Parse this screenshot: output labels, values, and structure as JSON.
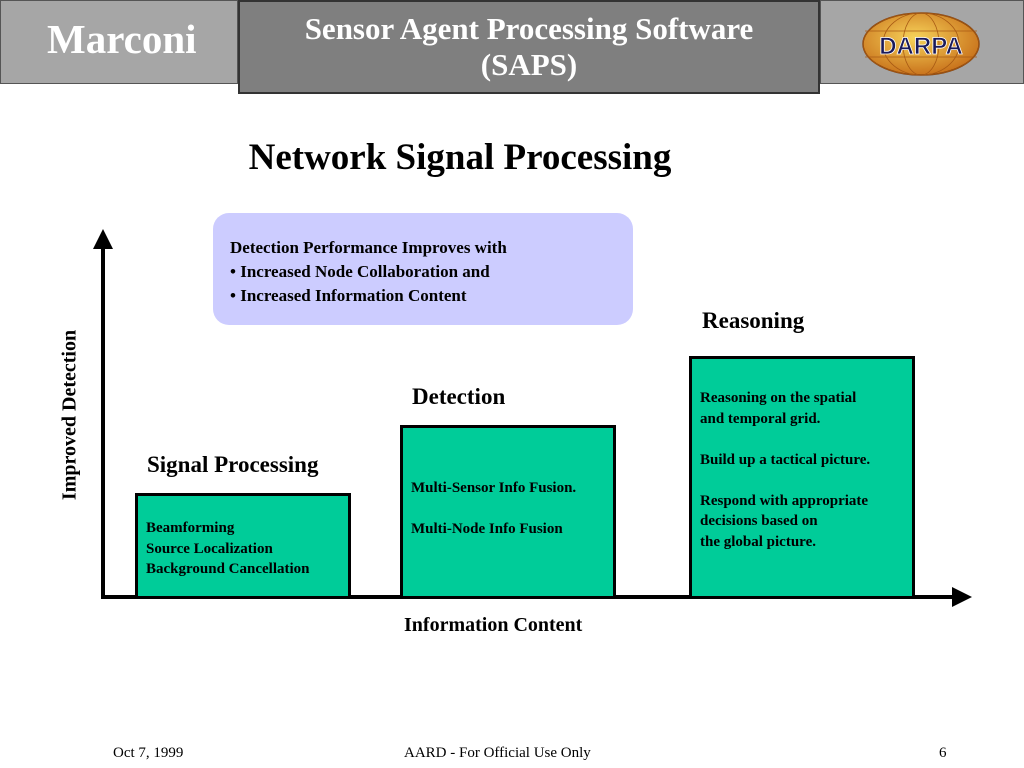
{
  "header": {
    "brand": "Marconi",
    "title_line1": "Sensor Agent Processing Software",
    "title_line2": "(SAPS)",
    "logo_text": "DARPA"
  },
  "slide": {
    "title": "Network Signal Processing",
    "info_box": {
      "heading": "Detection Performance Improves with",
      "bullets": [
        "•  Increased Node Collaboration and",
        "•  Increased Information Content"
      ]
    },
    "y_axis_label": "Improved Detection",
    "x_axis_label": "Information Content",
    "stages": [
      {
        "label": "Signal Processing",
        "lines": [
          "Beamforming",
          "Source Localization",
          "Background Cancellation"
        ]
      },
      {
        "label": "Detection",
        "lines": [
          "Multi-Sensor Info Fusion.",
          "",
          "Multi-Node Info Fusion"
        ]
      },
      {
        "label": "Reasoning",
        "lines": [
          "Reasoning on the spatial",
          "and temporal grid.",
          "",
          "Build up a tactical picture.",
          "",
          "Respond with appropriate",
          "decisions based on",
          "the global picture."
        ]
      }
    ]
  },
  "footer": {
    "date": "Oct 7, 1999",
    "notice": "AARD - For Official Use Only",
    "page": "6"
  },
  "colors": {
    "header_gray": "#a6a6a6",
    "header_dark": "#7f7f7f",
    "info_box": "#ccccff",
    "stage_box": "#00cc99"
  }
}
